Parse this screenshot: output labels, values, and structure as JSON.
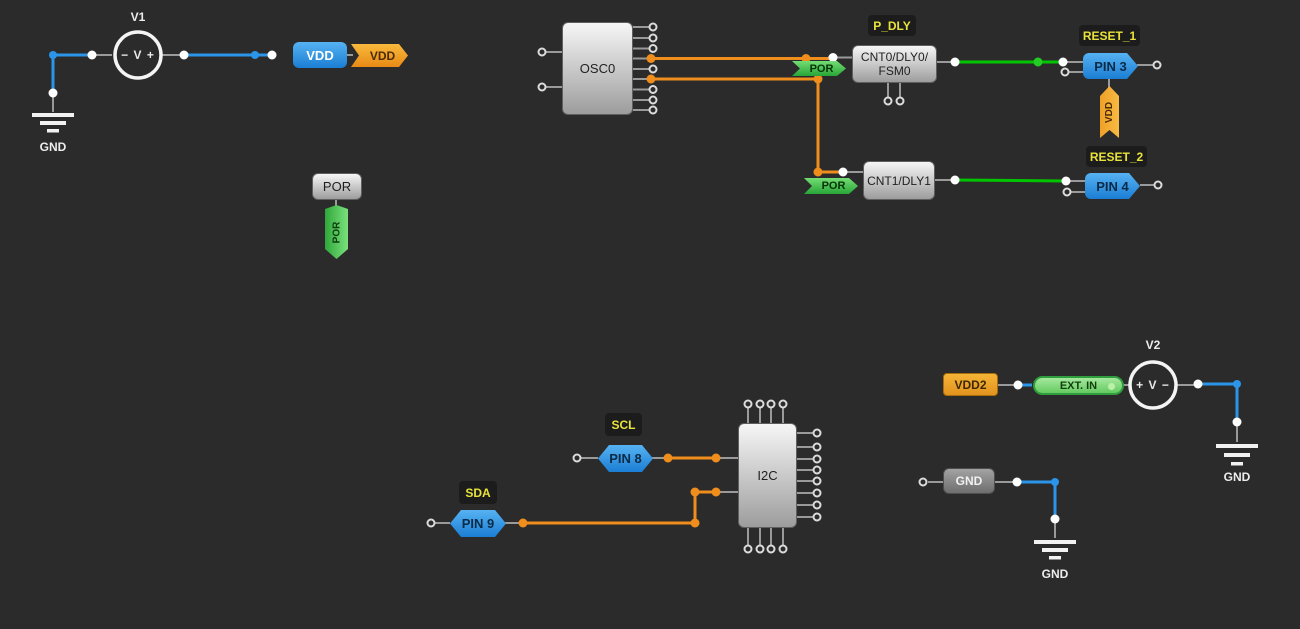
{
  "diagram": {
    "sources": {
      "v1_name": "V1",
      "v1_polarity": "− V +",
      "v2_name": "V2",
      "v2_polarity": "+ V −"
    },
    "ground_labels": {
      "gnd_v1": "GND",
      "gnd_v2": "GND",
      "gnd_bottom": "GND"
    },
    "blocks": {
      "vdd_source": "VDD",
      "vdd_net_tag": "VDD",
      "por_source": "POR",
      "por_hanging_tag": "POR",
      "osc0": "OSC0",
      "cnt0_line1": "CNT0/DLY0/",
      "cnt0_line2": "FSM0",
      "por_tag_cnt0": "POR",
      "cnt1": "CNT1/DLY1",
      "por_tag_cnt1": "POR",
      "pin3": "PIN 3",
      "vdd_vertical_tag": "VDD",
      "pin4": "PIN 4",
      "pin8": "PIN 8",
      "pin9": "PIN 9",
      "i2c": "I2C",
      "vdd2": "VDD2",
      "ext_in": "EXT. IN",
      "gnd_macro": "GND"
    },
    "net_labels": {
      "p_dly": "P_DLY",
      "reset_1": "RESET_1",
      "reset_2": "RESET_2",
      "scl": "SCL",
      "sda": "SDA"
    },
    "colors": {
      "background": "#2b2b2b",
      "wire_blue": "#2b95ea",
      "wire_orange": "#ef8d1d",
      "wire_green": "#00c400",
      "wire_gray": "#9a9a9a",
      "tag_green": "#3fb84a",
      "tag_orange": "#f09a26",
      "pin_blue": "#2e96e2",
      "label_yellow": "#e8e33a",
      "label_bg": "#1c1c1d"
    }
  }
}
